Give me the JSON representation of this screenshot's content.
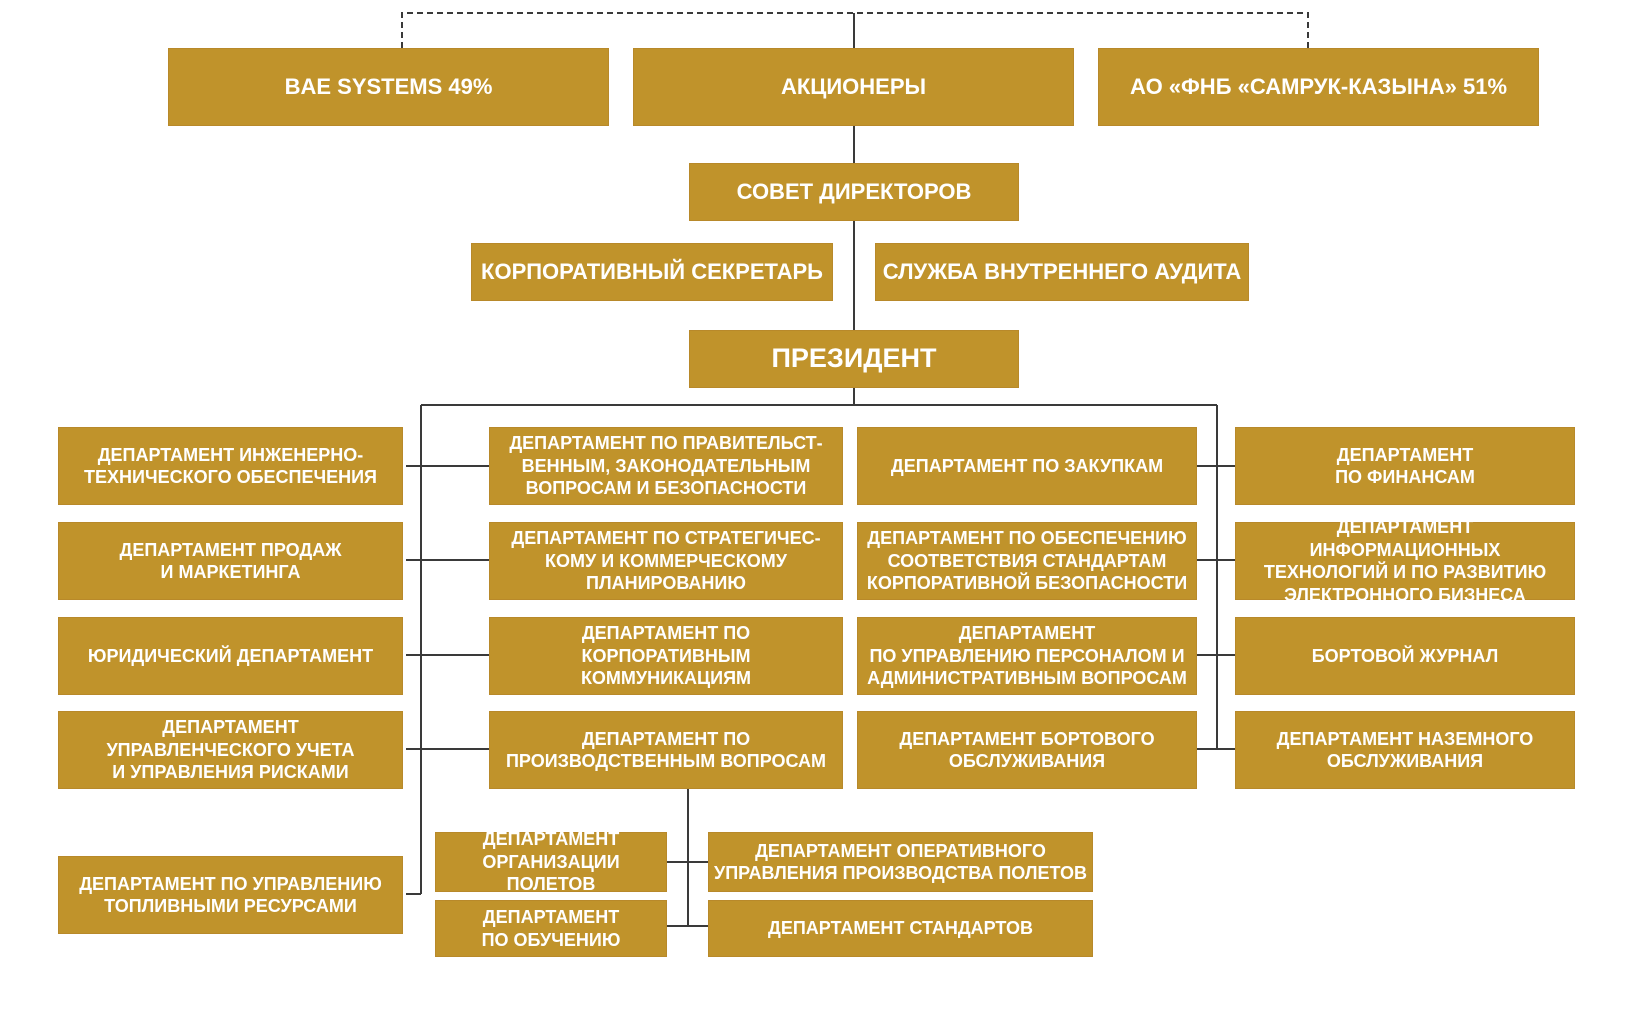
{
  "colors": {
    "box_fill": "#c0932b",
    "box_text": "#ffffff",
    "connector": "#3a3a3a"
  },
  "shareholders": {
    "bae": "BAE SYSTEMS 49%",
    "shareholders": "АКЦИОНЕРЫ",
    "samruk": "АО «ФНБ «САМРУК-КАЗЫНА» 51%"
  },
  "governance": {
    "board": "СОВЕТ ДИРЕКТОРОВ",
    "secretary": "КОРПОРАТИВНЫЙ СЕКРЕТАРЬ",
    "audit": "СЛУЖБА ВНУТРЕННЕГО АУДИТА",
    "president": "ПРЕЗИДЕНТ"
  },
  "departments": {
    "col1": [
      "ДЕПАРТАМЕНТ ИНЖЕНЕРНО-\nТЕХНИЧЕСКОГО ОБЕСПЕЧЕНИЯ",
      "ДЕПАРТАМЕНТ ПРОДАЖ\nИ МАРКЕТИНГА",
      "ЮРИДИЧЕСКИЙ ДЕПАРТАМЕНТ",
      "ДЕПАРТАМЕНТ\nУПРАВЛЕНЧЕСКОГО УЧЕТА\nИ УПРАВЛЕНИЯ РИСКАМИ",
      "ДЕПАРТАМЕНТ ПО УПРАВЛЕНИЮ\nТОПЛИВНЫМИ РЕСУРСАМИ"
    ],
    "col2": [
      "ДЕПАРТАМЕНТ ПО ПРАВИТЕЛЬСТ-\nВЕННЫМ, ЗАКОНОДАТЕЛЬНЫМ\nВОПРОСАМ И БЕЗОПАСНОСТИ",
      "ДЕПАРТАМЕНТ ПО СТРАТЕГИЧЕС-\nКОМУ И КОММЕРЧЕСКОМУ\nПЛАНИРОВАНИЮ",
      "ДЕПАРТАМЕНТ ПО КОРПОРАТИВНЫМ\nКОММУНИКАЦИЯМ",
      "ДЕПАРТАМЕНТ ПО\nПРОИЗВОДСТВЕННЫМ ВОПРОСАМ"
    ],
    "col3": [
      "ДЕПАРТАМЕНТ ПО ЗАКУПКАМ",
      "ДЕПАРТАМЕНТ ПО ОБЕСПЕЧЕНИЮ\nСООТВЕТСТВИЯ СТАНДАРТАМ\nКОРПОРАТИВНОЙ БЕЗОПАСНОСТИ",
      "ДЕПАРТАМЕНТ\nПО УПРАВЛЕНИЮ ПЕРСОНАЛОМ И\nАДМИНИСТРАТИВНЫМ ВОПРОСАМ",
      "ДЕПАРТАМЕНТ БОРТОВОГО\nОБСЛУЖИВАНИЯ"
    ],
    "col4": [
      "ДЕПАРТАМЕНТ\nПО ФИНАНСАМ",
      "ДЕПАРТАМЕНТ ИНФОРМАЦИОННЫХ\nТЕХНОЛОГИЙ И ПО РАЗВИТИЮ\nЭЛЕКТРОННОГО БИЗНЕСА",
      "БОРТОВОЙ ЖУРНАЛ",
      "ДЕПАРТАМЕНТ НАЗЕМНОГО\nОБСЛУЖИВАНИЯ"
    ],
    "production": [
      "ДЕПАРТАМЕНТ\nОРГАНИЗАЦИИ ПОЛЕТОВ",
      "ДЕПАРТАМЕНТ ОПЕРАТИВНОГО\nУПРАВЛЕНИЯ ПРОИЗВОДСТВА ПОЛЕТОВ",
      "ДЕПАРТАМЕНТ\nПО ОБУЧЕНИЮ",
      "ДЕПАРТАМЕНТ СТАНДАРТОВ"
    ]
  }
}
